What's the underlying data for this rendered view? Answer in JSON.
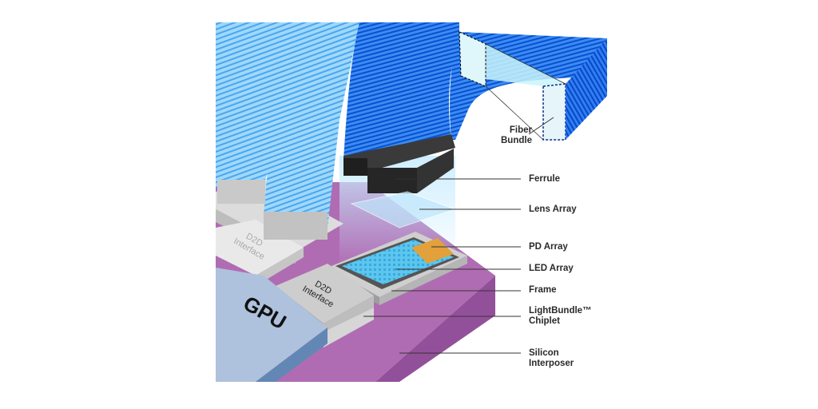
{
  "diagram": {
    "labels": {
      "fiber_bundle": [
        "Fiber",
        "Bundle"
      ],
      "ferrule": "Ferrule",
      "lens_array": "Lens Array",
      "pd_array": "PD Array",
      "led_array": "LED Array",
      "frame": "Frame",
      "lightbundle_chiplet": [
        "LightBundle™",
        "Chiplet"
      ],
      "silicon_interposer": [
        "Silicon",
        "Interposer"
      ]
    },
    "chips": {
      "gpu": "GPU",
      "d2d_front": [
        "D2D",
        "Interface"
      ],
      "d2d_back": [
        "D2D",
        "Interface"
      ]
    },
    "colors": {
      "interposer": "#a45ea8",
      "gpu": "#a9bedc",
      "fiber_light": "#7fc8f5",
      "fiber_dark": "#1a6ee8",
      "ferrule": "#2b2b2b"
    }
  }
}
